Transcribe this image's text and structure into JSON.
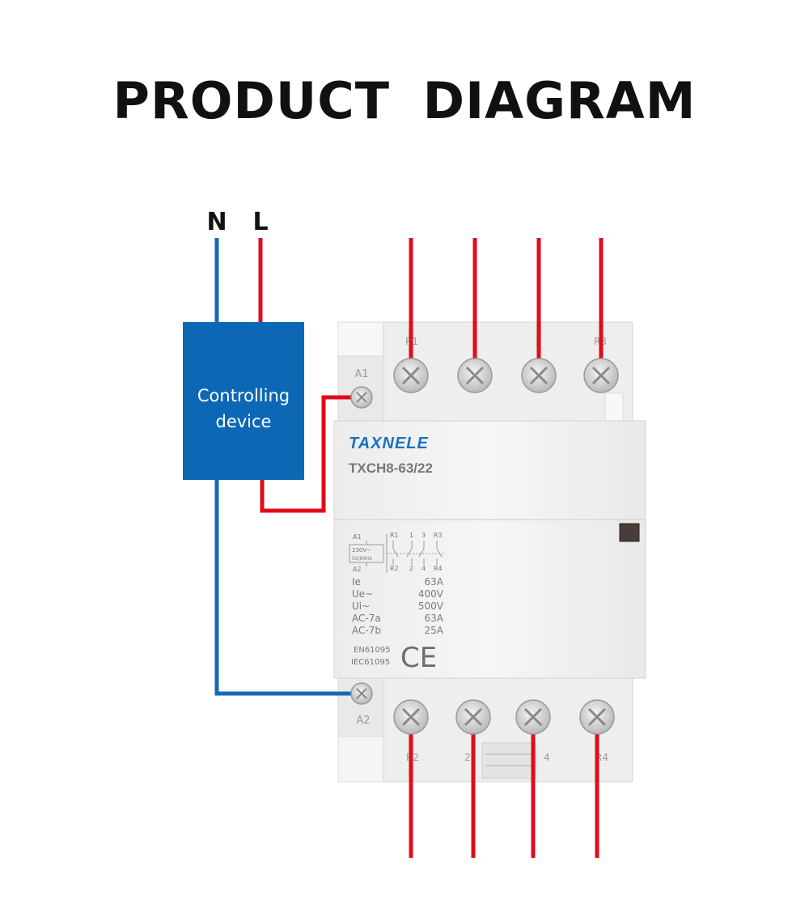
{
  "title": "PRODUCT  DIAGRAM",
  "supply": {
    "neutral_label": "N",
    "line_label": "L"
  },
  "controller": {
    "label_line1": "Controlling",
    "label_line2": "device"
  },
  "contactor": {
    "brand": "TAXNELE",
    "model": "TXCH8-63/22",
    "top_terminals": [
      "R1",
      "1",
      "3",
      "R3"
    ],
    "bottom_terminals": [
      "R2",
      "2",
      "4",
      "R4"
    ],
    "coil_top": "A1",
    "coil_bottom": "A2",
    "schematic": {
      "coil_top": "A1",
      "coil_bottom": "A2",
      "voltage": "230V~",
      "frequency": "50/60Hz",
      "top_contacts": [
        "R1",
        "1",
        "3",
        "R3"
      ],
      "bottom_contacts": [
        "R2",
        "2",
        "4",
        "R4"
      ]
    },
    "specs": [
      {
        "label": "Ie",
        "value": "63A"
      },
      {
        "label": "Ue~",
        "value": "400V"
      },
      {
        "label": "Ui~",
        "value": "500V"
      },
      {
        "label": "AC-7a",
        "value": "63A"
      },
      {
        "label": "AC-7b",
        "value": "25A"
      }
    ],
    "standards": [
      "EN61095",
      "IEC61095"
    ],
    "mark": "CE"
  },
  "colors": {
    "neutral_wire": "#1769b8",
    "line_wire": "#e00b1c",
    "controller_fill": "#0c68b5",
    "brand": "#1b70c0",
    "housing": "#f1f1f1"
  }
}
